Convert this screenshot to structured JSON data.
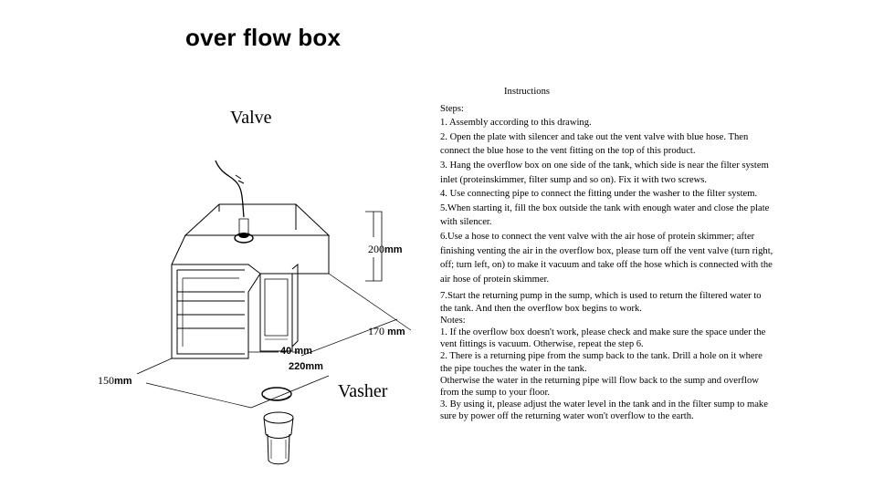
{
  "title": "over flow box",
  "diagram": {
    "valve_label": "Valve",
    "washer_label": "Vasher",
    "dims": {
      "height": {
        "value": "200",
        "unit": "mm"
      },
      "depth": {
        "value": "170",
        "unit": "mm"
      },
      "width": {
        "value": "150",
        "unit": "mm"
      },
      "outlet_width": {
        "value": "40",
        "unit": "mm"
      },
      "outlet_length": {
        "value": "220",
        "unit": "mm"
      }
    }
  },
  "instructions": {
    "heading": "Instructions",
    "steps_label": "Steps:",
    "lines": [
      "1. Assembly according to this drawing.",
      "2. Open the plate with silencer and take out the vent valve with blue hose. Then",
      "connect the blue hose to the vent fitting on the top of this product.",
      "3. Hang the overflow box on one side of the tank, which side is near the filter system",
      "inlet (proteinskimmer, filter sump and so on). Fix it with two screws.",
      "4. Use connecting pipe to connect the fitting under the washer to the filter system.",
      "5.When starting it, fill the box outside the tank with enough water and close the plate",
      "with silencer.",
      "6.Use a hose to connect the vent valve with the air hose of protein skimmer; after",
      "finishing venting the air in the overflow box, please turn off the vent valve (turn right,",
      "off; turn left, on) to make it vacuum and take off the hose which is connected with the",
      "air hose of protein skimmer."
    ],
    "lines2": [
      "7.Start the returning pump in the sump, which is used to return the filtered water to",
      "the tank. And then the overflow box begins to work.",
      "Notes:",
      "1. If the overflow box doesn't work, please check and make sure the space under the",
      "vent fittings is vacuum. Otherwise, repeat the step 6.",
      "2. There is a returning pipe from the sump back to the tank. Drill a hole on it where",
      "the pipe touches the water in the tank.",
      "Otherwise the water in the returning pipe will flow back to the sump and overflow",
      "from the sump to your floor.",
      "3. By using it, please adjust the water level in the tank and in the filter sump to make",
      "sure by power off the returning water won't overflow to the earth."
    ]
  }
}
